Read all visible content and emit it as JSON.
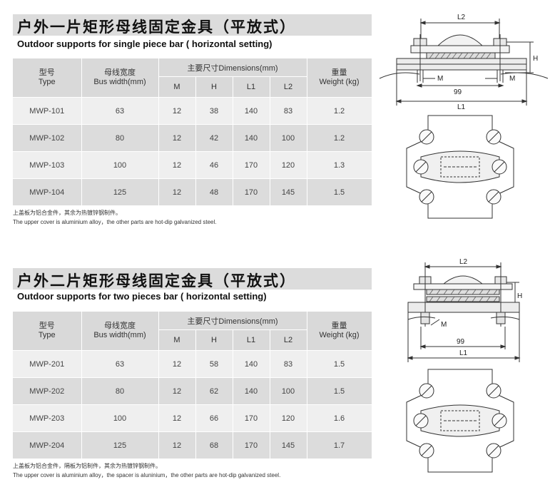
{
  "sections": [
    {
      "title_cn": "户外一片矩形母线固定金具（平放式）",
      "title_en": "Outdoor supports for single piece bar ( horizontal setting)",
      "headers": {
        "type_cn": "型号",
        "type_en": "Type",
        "bus_cn": "母线宽度",
        "bus_en": "Bus width(mm)",
        "dims": "主要尺寸Dimensions(mm)",
        "m": "M",
        "h": "H",
        "l1": "L1",
        "l2": "L2",
        "weight_cn": "重量",
        "weight_en": "Weight (kg)"
      },
      "rows": [
        {
          "type": "MWP-101",
          "bus": "63",
          "m": "12",
          "h": "38",
          "l1": "140",
          "l2": "83",
          "weight": "1.2"
        },
        {
          "type": "MWP-102",
          "bus": "80",
          "m": "12",
          "h": "42",
          "l1": "140",
          "l2": "100",
          "weight": "1.2"
        },
        {
          "type": "MWP-103",
          "bus": "100",
          "m": "12",
          "h": "46",
          "l1": "170",
          "l2": "120",
          "weight": "1.3"
        },
        {
          "type": "MWP-104",
          "bus": "125",
          "m": "12",
          "h": "48",
          "l1": "170",
          "l2": "145",
          "weight": "1.5"
        }
      ],
      "note_cn": "上盖板为铝合金件，其余为热镀锌钢制件。",
      "note_en": "The upper cover is aluminium alloy，the other parts are hot-dip galvanized steel.",
      "drawing": {
        "l2": "L2",
        "h": "H",
        "m_left": "M",
        "m_right": "M",
        "dim99": "99",
        "l1": "L1"
      }
    },
    {
      "title_cn": "户外二片矩形母线固定金具（平放式）",
      "title_en": "Outdoor supports for two pieces bar ( horizontal setting)",
      "headers": {
        "type_cn": "型号",
        "type_en": "Type",
        "bus_cn": "母线宽度",
        "bus_en": "Bus width(mm)",
        "dims": "主要尺寸Dimensions(mm)",
        "m": "M",
        "h": "H",
        "l1": "L1",
        "l2": "L2",
        "weight_cn": "重量",
        "weight_en": "Weight (kg)"
      },
      "rows": [
        {
          "type": "MWP-201",
          "bus": "63",
          "m": "12",
          "h": "58",
          "l1": "140",
          "l2": "83",
          "weight": "1.5"
        },
        {
          "type": "MWP-202",
          "bus": "80",
          "m": "12",
          "h": "62",
          "l1": "140",
          "l2": "100",
          "weight": "1.5"
        },
        {
          "type": "MWP-203",
          "bus": "100",
          "m": "12",
          "h": "66",
          "l1": "170",
          "l2": "120",
          "weight": "1.6"
        },
        {
          "type": "MWP-204",
          "bus": "125",
          "m": "12",
          "h": "68",
          "l1": "170",
          "l2": "145",
          "weight": "1.7"
        }
      ],
      "note_cn": "上盖板为铝合金件，隔板为铝制件，其余为热镀锌钢制件。",
      "note_en": "The upper cover is aluminium alloy，the spacer is aluninium，the other parts are hot-dip galvanized steel.",
      "drawing": {
        "l2": "L2",
        "h": "H",
        "m_left": "M",
        "dim99": "99",
        "l1": "L1"
      }
    }
  ]
}
